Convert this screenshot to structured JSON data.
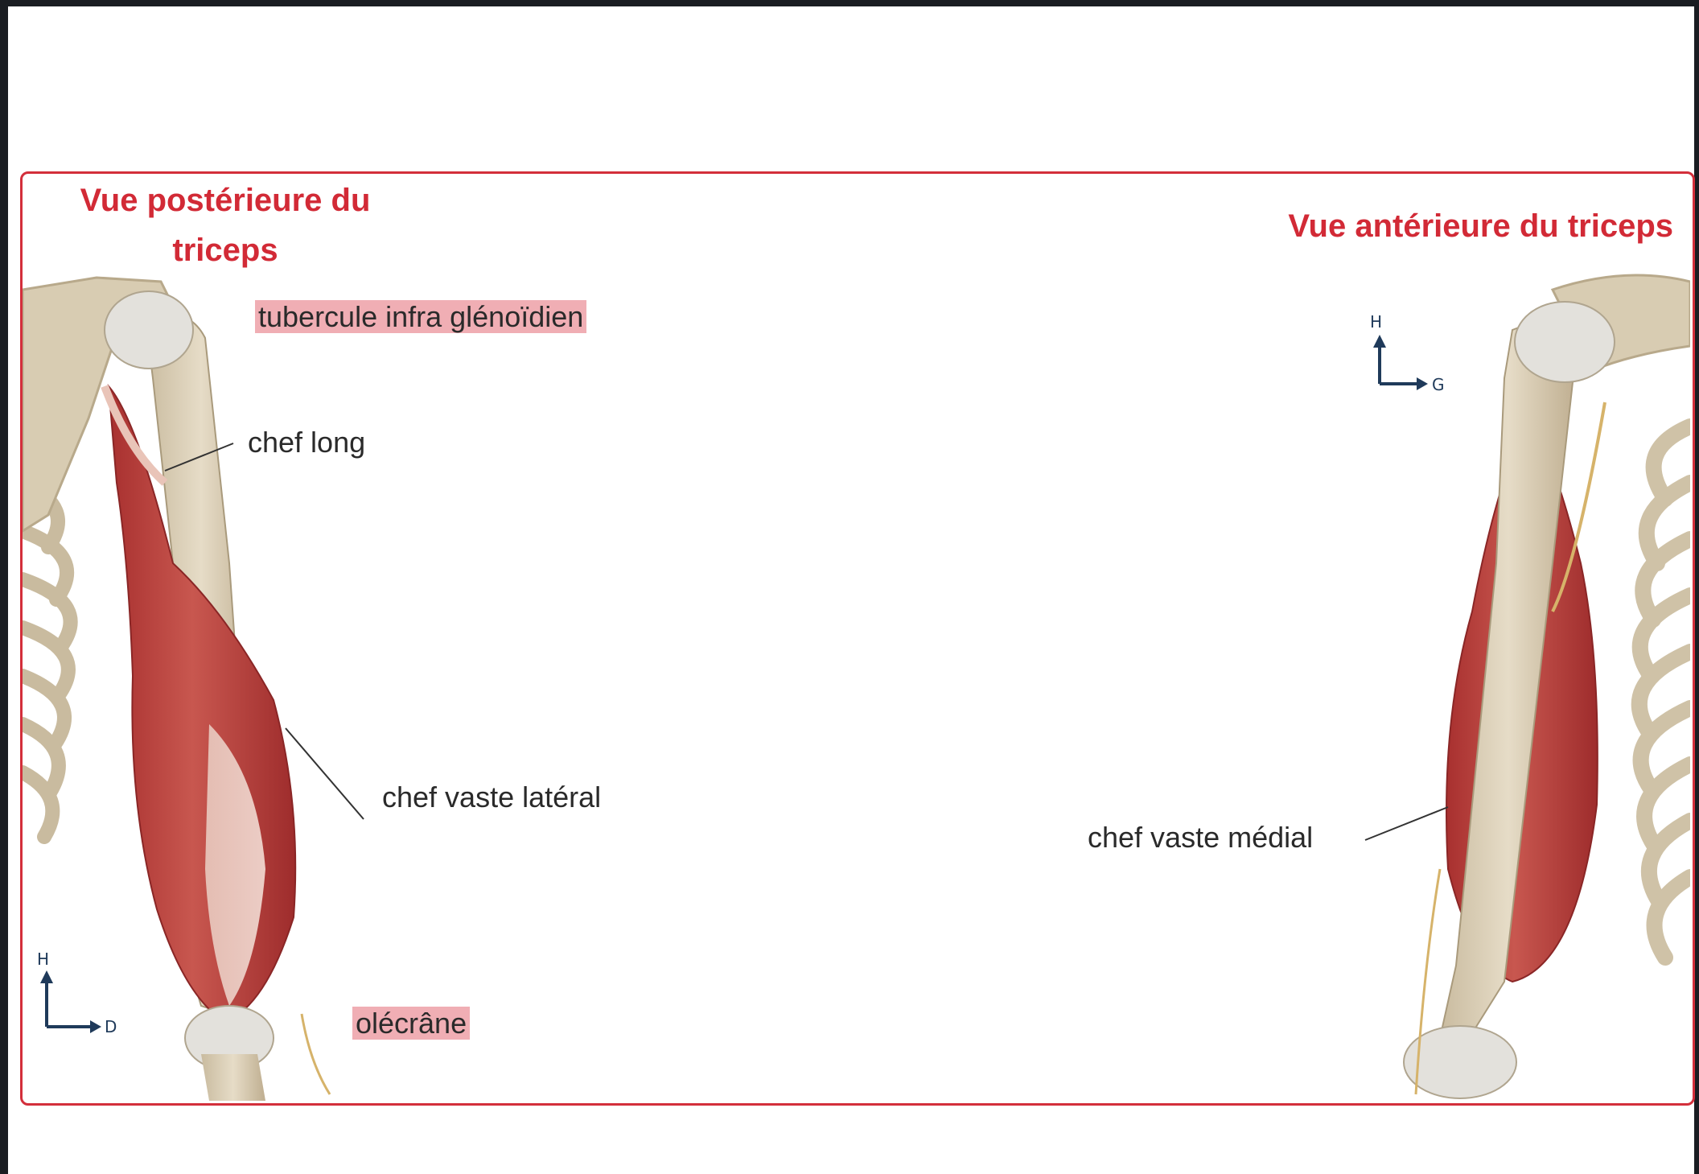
{
  "titles": {
    "posterior": "Vue postérieure du triceps",
    "anterior": "Vue antérieure du triceps"
  },
  "labels": {
    "tubercule": "tubercule infra glénoïdien",
    "chef_long": "chef long",
    "chef_vaste_lateral": "chef vaste latéral",
    "olecrane": "olécrâne",
    "chef_vaste_medial": "chef vaste médial"
  },
  "axes": {
    "left": {
      "up": "H",
      "right": "D"
    },
    "right": {
      "up": "H",
      "right": "G"
    }
  },
  "colors": {
    "frame": "#d32f3b",
    "title": "#d22a36",
    "highlight": "#f0aeb4",
    "muscle": "#b8423f",
    "bone": "#d9cdb4"
  }
}
